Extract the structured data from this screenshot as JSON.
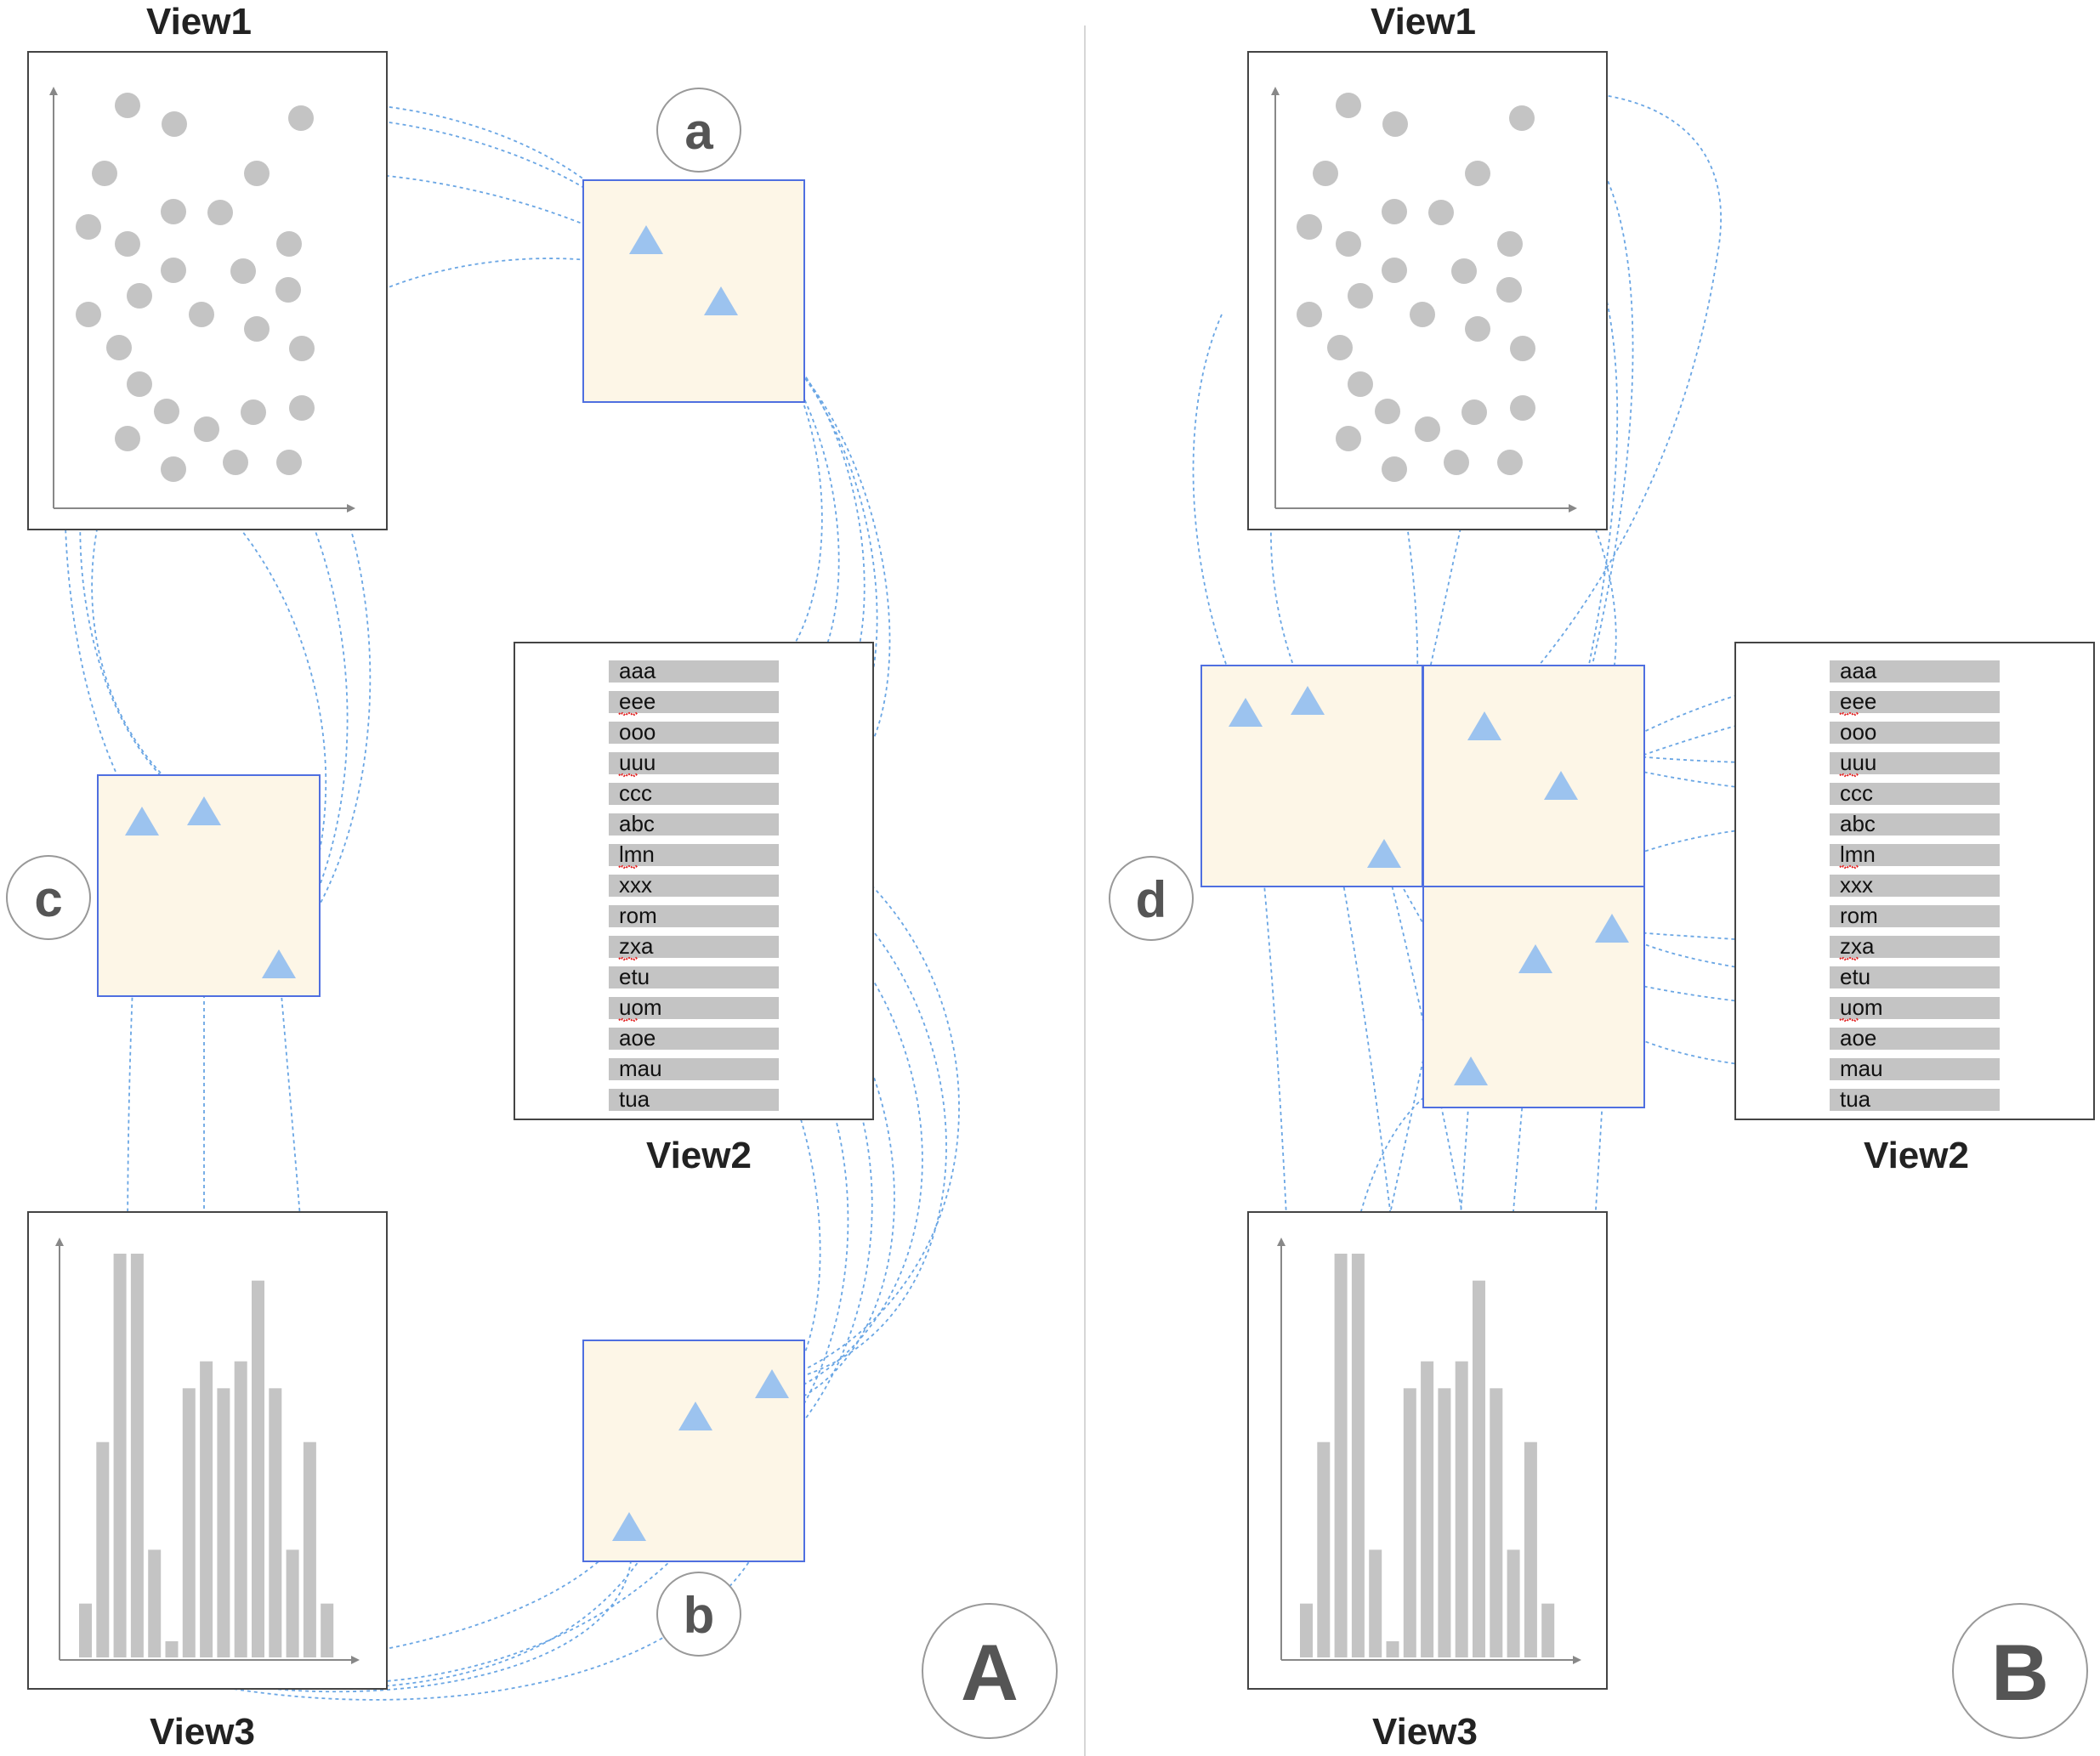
{
  "panels": [
    {
      "id": "A",
      "label": "A",
      "view1_title": "View1",
      "view2_title": "View2",
      "view3_title": "View3",
      "callouts": [
        "a",
        "b",
        "c"
      ]
    },
    {
      "id": "B",
      "label": "B",
      "view1_title": "View1",
      "view2_title": "View2",
      "view3_title": "View3",
      "callouts": [
        "d"
      ]
    }
  ],
  "list_items": [
    "aaa",
    "eee",
    "ooo",
    "uuu",
    "ccc",
    "abc",
    "lmn",
    "xxx",
    "rom",
    "zxa",
    "etu",
    "uom",
    "aoe",
    "mau",
    "tua"
  ],
  "spellcheck_items": [
    "eee",
    "uuu",
    "lmn",
    "zxa",
    "uom"
  ],
  "histogram_values": [
    1,
    4,
    7.5,
    7.5,
    2,
    0.3,
    5,
    5.5,
    5,
    5.5,
    7,
    5,
    2,
    4,
    1
  ],
  "colors": {
    "link": "#6aa6e4",
    "triangle": "#9cc3ef",
    "highlight_fill": "#fdf6e7",
    "highlight_stroke": "#4f6fe0",
    "scatter_point": "#c4c4c4",
    "bar": "#c4c4c4",
    "spellcheck": "#e02020"
  }
}
